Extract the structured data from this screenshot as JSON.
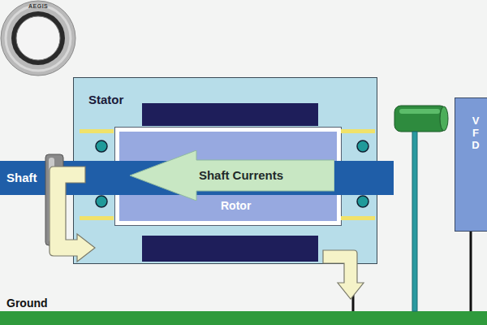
{
  "diagram": {
    "nodes": [
      {
        "text": [
          "Stator"
        ]
      },
      {
        "text": [
          "Rotor"
        ],
        "in": 0
      },
      {
        "text": [
          "Shaft"
        ]
      },
      {
        "text": [
          "Shaft Currents"
        ],
        "in": 1
      },
      {
        "text": [
          "VFD"
        ]
      },
      {
        "text": [
          "Ground"
        ]
      }
    ],
    "edges": [
      {
        "from": 0,
        "to": 5,
        "arrow": "none"
      },
      {
        "from": 4,
        "to": 5,
        "arrow": "none"
      }
    ],
    "labels": [
      "AEGIS"
    ]
  }
}
